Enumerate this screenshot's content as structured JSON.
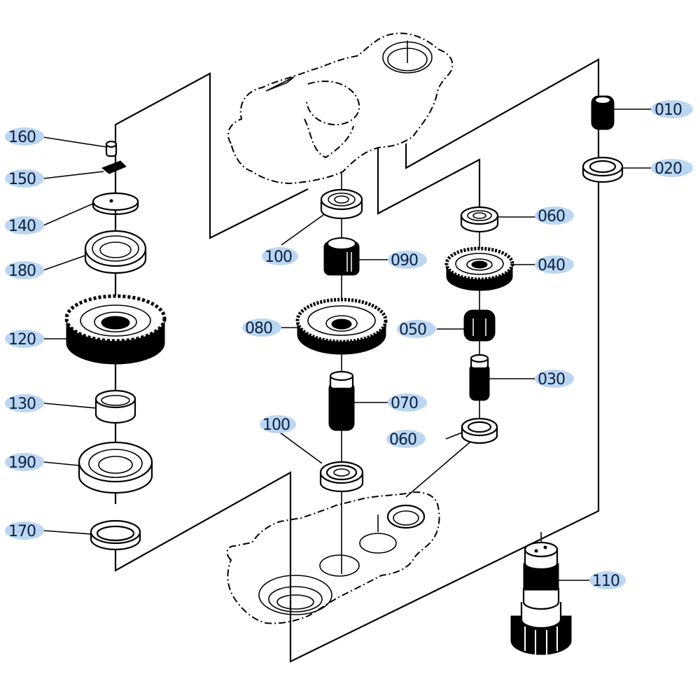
{
  "diagram": {
    "type": "exploded-parts-diagram",
    "subject": "Gear case assembly",
    "callouts": [
      {
        "id": "010",
        "part": "pinion-gear-small"
      },
      {
        "id": "020",
        "part": "bearing"
      },
      {
        "id": "030",
        "part": "shaft"
      },
      {
        "id": "040",
        "part": "gear"
      },
      {
        "id": "050",
        "part": "pinion-gear"
      },
      {
        "id": "060",
        "part": "bearing-upper"
      },
      {
        "id": "060",
        "part": "bearing-lower"
      },
      {
        "id": "070",
        "part": "shaft"
      },
      {
        "id": "080",
        "part": "gear"
      },
      {
        "id": "090",
        "part": "pinion-gear"
      },
      {
        "id": "100",
        "part": "bearing-upper"
      },
      {
        "id": "100",
        "part": "bearing-lower"
      },
      {
        "id": "110",
        "part": "output-shaft-pinion"
      },
      {
        "id": "120",
        "part": "large-gear"
      },
      {
        "id": "130",
        "part": "collar"
      },
      {
        "id": "140",
        "part": "washer"
      },
      {
        "id": "150",
        "part": "lock-plate"
      },
      {
        "id": "160",
        "part": "bolt"
      },
      {
        "id": "170",
        "part": "oil-seal"
      },
      {
        "id": "180",
        "part": "ball-bearing-upper"
      },
      {
        "id": "190",
        "part": "ball-bearing-lower"
      }
    ]
  },
  "labels": {
    "l010": "010",
    "l020": "020",
    "l030": "030",
    "l040": "040",
    "l050": "050",
    "l060a": "060",
    "l060b": "060",
    "l070": "070",
    "l080": "080",
    "l090": "090",
    "l100a": "100",
    "l100b": "100",
    "l110": "110",
    "l120": "120",
    "l130": "130",
    "l140": "140",
    "l150": "150",
    "l160": "160",
    "l170": "170",
    "l180": "180",
    "l190": "190"
  },
  "colors": {
    "label_highlight": "#bcd6f2",
    "label_text": "#0d2040",
    "line": "#000000"
  }
}
